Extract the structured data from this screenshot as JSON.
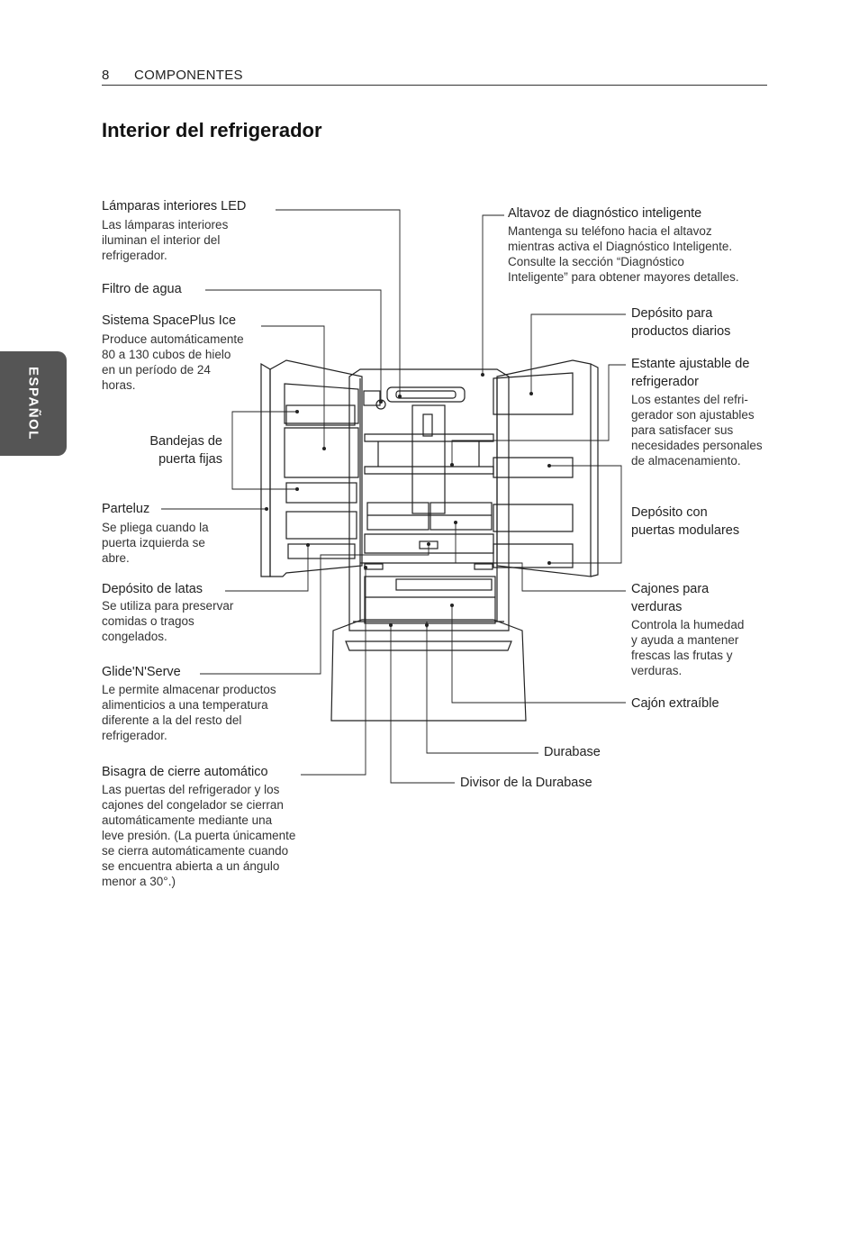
{
  "header": {
    "page_number": "8",
    "section": "COMPONENTES"
  },
  "title": "Interior del refrigerador",
  "side_tab": "ESPAÑOL",
  "labels": {
    "led": {
      "name": "Lámparas interiores LED",
      "desc": "Las lámparas interiores\niluminan el interior del\nrefrigerador."
    },
    "filtro": {
      "name": "Filtro de agua"
    },
    "spaceplus": {
      "name": "Sistema SpacePlus Ice",
      "desc": "Produce automáticamente\n80 a 130 cubos de hielo\nen un período de 24\nhoras."
    },
    "bandejas": {
      "name": "Bandejas de\npuerta fijas"
    },
    "parteluz": {
      "name": "Parteluz",
      "desc": "Se pliega cuando la\npuerta izquierda se\nabre."
    },
    "latas": {
      "name": "Depósito de latas",
      "desc": "Se utiliza para preservar\ncomidas o tragos\ncongelados."
    },
    "glide": {
      "name": "Glide'N'Serve",
      "desc": "Le permite almacenar productos\nalimenticios a una temperatura\ndiferente a la del resto del\nrefrigerador."
    },
    "bisagra": {
      "name": "Bisagra de cierre automático",
      "desc": "Las puertas del refrigerador y los\ncajones del congelador se cierran\nautomáticamente mediante una\nleve presión. (La puerta únicamente\nse cierra automáticamente cuando\nse encuentra abierta a un ángulo\nmenor a 30°.)"
    },
    "altavoz": {
      "name": "Altavoz de diagnóstico inteligente",
      "desc": "Mantenga su teléfono hacia el altavoz\nmientras activa el Diagnóstico Inteligente.\nConsulte la sección “Diagnóstico\nInteligente” para obtener mayores detalles."
    },
    "diarios": {
      "name": "Depósito para\nproductos diarios"
    },
    "estante": {
      "name": "Estante ajustable de\nrefrigerador",
      "desc": "Los estantes del refri-\ngerador son ajustables\npara satisfacer sus\nnecesidades personales\nde almacenamiento."
    },
    "modulares": {
      "name": "Depósito con\npuertas modulares"
    },
    "verduras": {
      "name": "Cajones para\nverduras",
      "desc": "Controla la humedad\ny ayuda a mantener\nfrescas las frutas y\nverduras."
    },
    "extraible": {
      "name": "Cajón extraíble"
    },
    "durabase": {
      "name": "Durabase"
    },
    "divisor": {
      "name": "Divisor de la Durabase"
    }
  }
}
